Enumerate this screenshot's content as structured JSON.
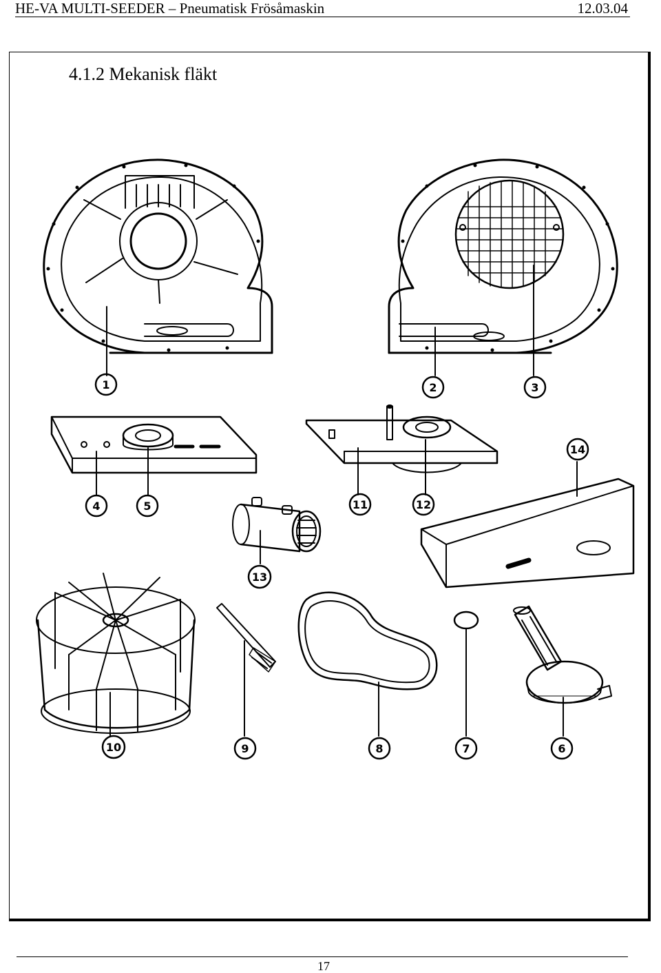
{
  "header": {
    "title": "HE-VA MULTI-SEEDER – Pneumatisk Frösåmaskin",
    "date": "12.03.04"
  },
  "section": {
    "title": "4.1.2 Mekanisk fläkt"
  },
  "callouts": [
    "1",
    "2",
    "3",
    "4",
    "5",
    "11",
    "12",
    "14",
    "13",
    "10",
    "9",
    "8",
    "7",
    "6"
  ],
  "footer": {
    "page_number": "17"
  }
}
